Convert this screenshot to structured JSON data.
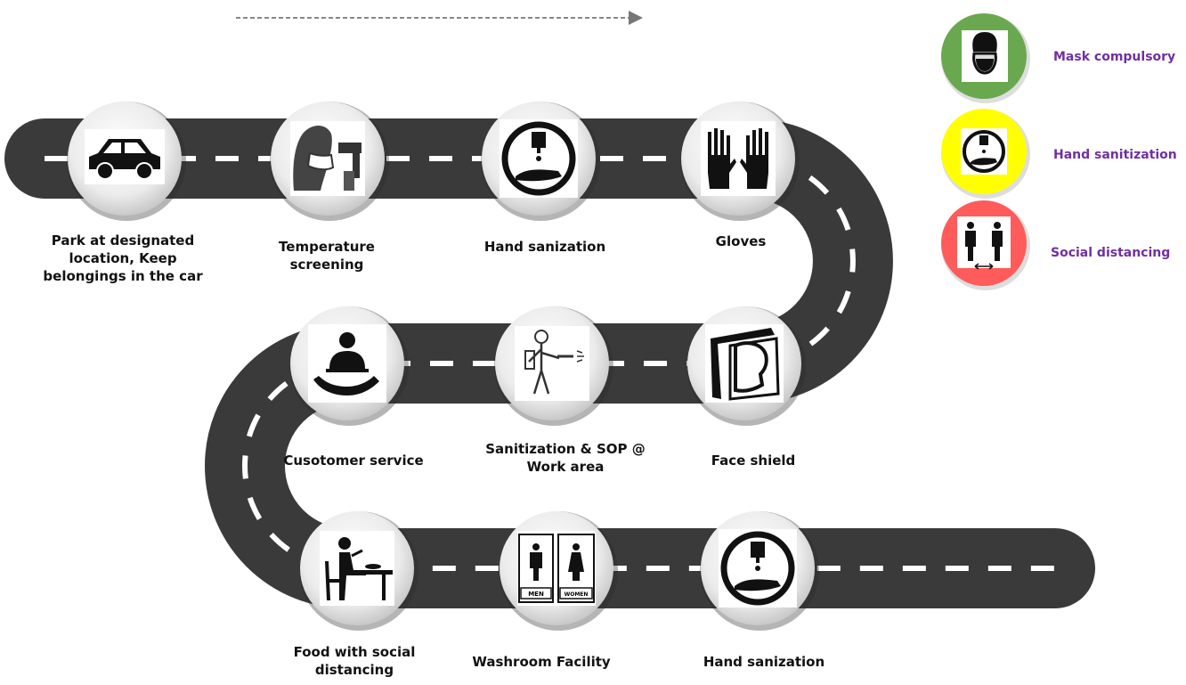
{
  "steps": [
    {
      "label": "Park at designated location, Keep belongings in the car",
      "icon": "car-icon"
    },
    {
      "label": "Temperature screening",
      "icon": "thermometer-screening-icon"
    },
    {
      "label": "Hand sanization",
      "icon": "hand-sanitizer-icon"
    },
    {
      "label": "Gloves",
      "icon": "gloves-icon"
    },
    {
      "label": "Face shield",
      "icon": "face-shield-icon"
    },
    {
      "label": "Sanitization & SOP @ Work area",
      "icon": "sprayer-icon"
    },
    {
      "label": "Cusotomer service",
      "icon": "customer-service-icon"
    },
    {
      "label": "Food with social distancing",
      "icon": "dining-icon"
    },
    {
      "label": "Washroom Facility",
      "icon": "washroom-icon"
    },
    {
      "label": "Hand sanization",
      "icon": "hand-sanitizer-icon"
    }
  ],
  "labels": {
    "park_line1": "Park at designated",
    "park_line2": "location, Keep",
    "park_line3": "belongings in the car",
    "temp_line1": "Temperature",
    "temp_line2": "screening",
    "hand1": "Hand sanization",
    "gloves": "Gloves",
    "face_shield": "Face shield",
    "sop_line1": "Sanitization & SOP @",
    "sop_line2": "Work area",
    "customer": "Cusotomer service",
    "food_line1": "Food with social",
    "food_line2": "distancing",
    "washroom": "Washroom Facility",
    "hand2": "Hand sanization",
    "men": "MEN",
    "women": "WOMEN"
  },
  "legend": [
    {
      "label": "Mask compulsory",
      "icon": "mask-icon",
      "color": "#6aa84f"
    },
    {
      "label": "Hand sanitization",
      "icon": "hand-sanitizer-icon",
      "color": "#ffff00"
    },
    {
      "label": "Social distancing",
      "icon": "social-distancing-icon",
      "color": "#ff5b5b"
    }
  ],
  "colors": {
    "road": "#3a3a3a",
    "legend_text": "#7030a0",
    "stop_circle": "#e6e6e6"
  }
}
